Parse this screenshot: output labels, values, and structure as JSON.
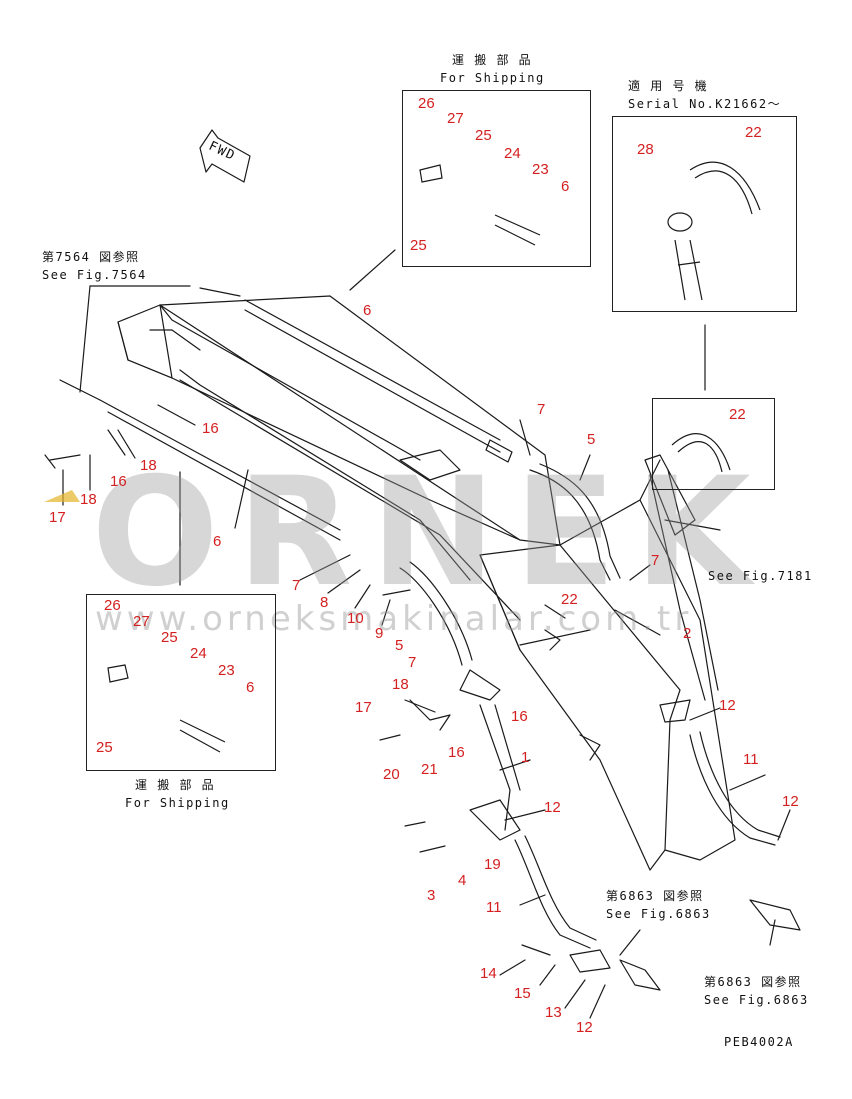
{
  "boxes": {
    "top_shipping": {
      "title_jp": "運 搬 部 品",
      "title_en": "For Shipping"
    },
    "bottom_shipping": {
      "title_jp": "運 搬 部 品",
      "title_en": "For Shipping"
    },
    "serial": {
      "title_jp": "適 用 号 機",
      "title_en": "Serial No.K21662～"
    }
  },
  "refs": {
    "fig7564_jp": "第7564 図参照",
    "fig7564_en": "See Fig.7564",
    "fig7181_en": "See Fig.7181",
    "fig6863a_jp": "第6863 図参照",
    "fig6863a_en": "See Fig.6863",
    "fig6863b_jp": "第6863 図参照",
    "fig6863b_en": "See Fig.6863"
  },
  "fwd_label": "FWD",
  "drawing_code": "PEB4002A",
  "watermark": {
    "brand": "ORNEK",
    "url": "www.orneksmakinalar.com.tr"
  },
  "callouts": {
    "top_box": [
      "26",
      "27",
      "25",
      "24",
      "23",
      "6",
      "25"
    ],
    "serial_box": [
      "28",
      "22"
    ],
    "detail_box": [
      "22"
    ],
    "bottom_box": [
      "26",
      "27",
      "25",
      "24",
      "23",
      "6",
      "25"
    ],
    "main": [
      "6",
      "16",
      "16",
      "18",
      "18",
      "17",
      "6",
      "7",
      "7",
      "5",
      "7",
      "8",
      "10",
      "9",
      "5",
      "7",
      "22",
      "2",
      "18",
      "16",
      "17",
      "16",
      "12",
      "1",
      "11",
      "12",
      "20",
      "21",
      "12",
      "3",
      "4",
      "19",
      "11",
      "14",
      "15",
      "13",
      "12"
    ]
  },
  "colors": {
    "callout": "#d42020",
    "line": "#222222",
    "watermark": "#969696"
  }
}
